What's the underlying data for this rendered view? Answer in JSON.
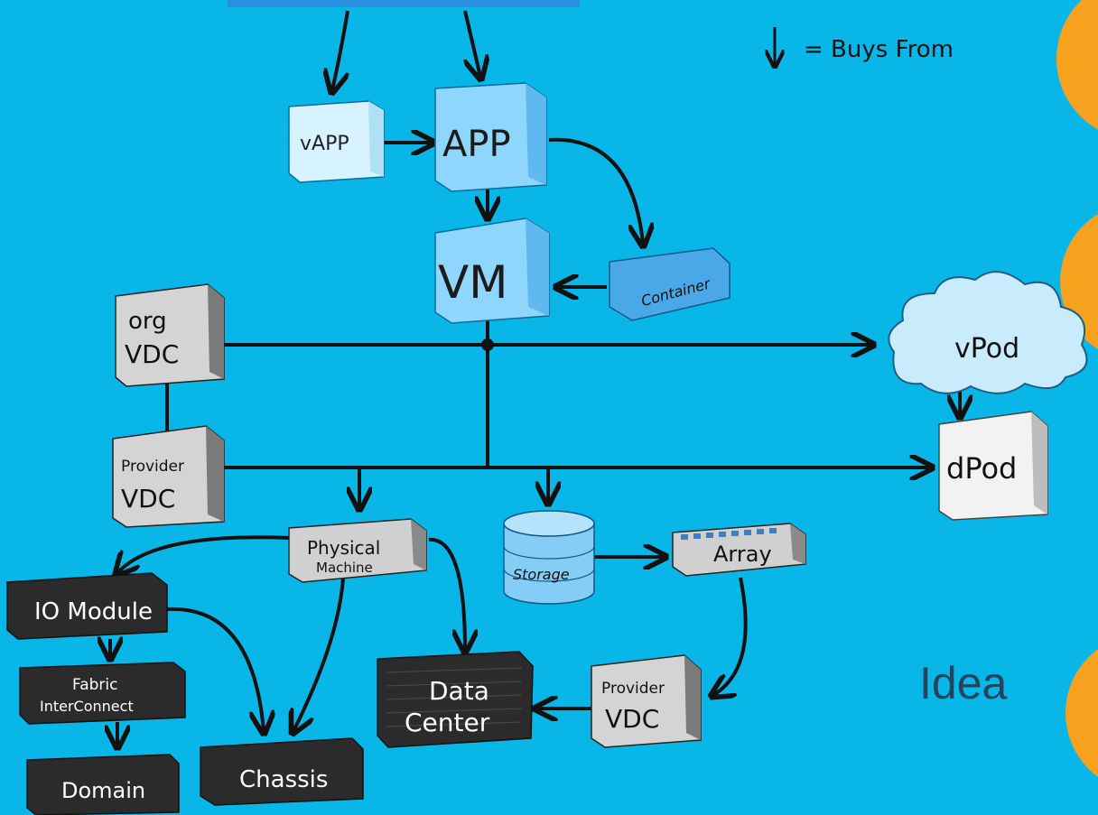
{
  "legend": {
    "text": "= Buys From"
  },
  "side_label": "Idea",
  "colors": {
    "background": "#09b6e8",
    "orange": "#f6a21e",
    "blue_box": "#7fd0fb",
    "light_box": "#d6f3ff",
    "gray_box": "#d4d4d4",
    "dark_box": "#2b2b2b",
    "line": "#111111"
  },
  "nodes": {
    "vapp": "vAPP",
    "app": "APP",
    "vm": "VM",
    "container": "Container",
    "org_vdc": [
      "org",
      "VDC"
    ],
    "provider_vdc": [
      "Provider",
      "VDC"
    ],
    "vpod": "vPod",
    "dpod": "dPod",
    "physical_machine": [
      "Physical",
      "Machine"
    ],
    "storage": "Storage",
    "array": "Array",
    "io_module": "IO Module",
    "fabric_interconnect": [
      "Fabric",
      "InterConnect"
    ],
    "domain": "Domain",
    "chassis": "Chassis",
    "data_center": [
      "Data",
      "Center"
    ],
    "provider_vdc_2": [
      "Provider",
      "VDC"
    ]
  }
}
